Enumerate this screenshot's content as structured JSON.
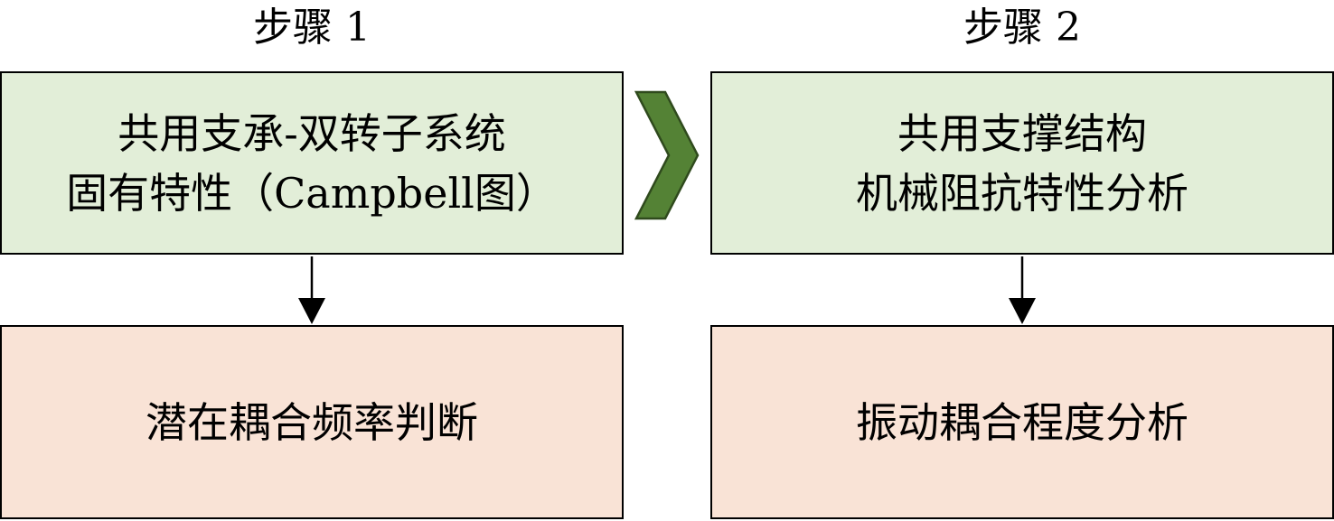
{
  "step1": {
    "title": "步骤 1",
    "top_box": {
      "line1": "共用支承-双转子系统",
      "line2": "固有特性（Campbell图）"
    },
    "bottom_box": {
      "text": "潜在耦合频率判断"
    }
  },
  "step2": {
    "title": "步骤 2",
    "top_box": {
      "line1": "共用支撑结构",
      "line2": "机械阻抗特性分析"
    },
    "bottom_box": {
      "text": "振动耦合程度分析"
    }
  },
  "colors": {
    "top_box_fill": "#e2eed8",
    "bottom_box_fill": "#f9e3d6",
    "chevron_fill": "#548235",
    "border": "#000000"
  }
}
